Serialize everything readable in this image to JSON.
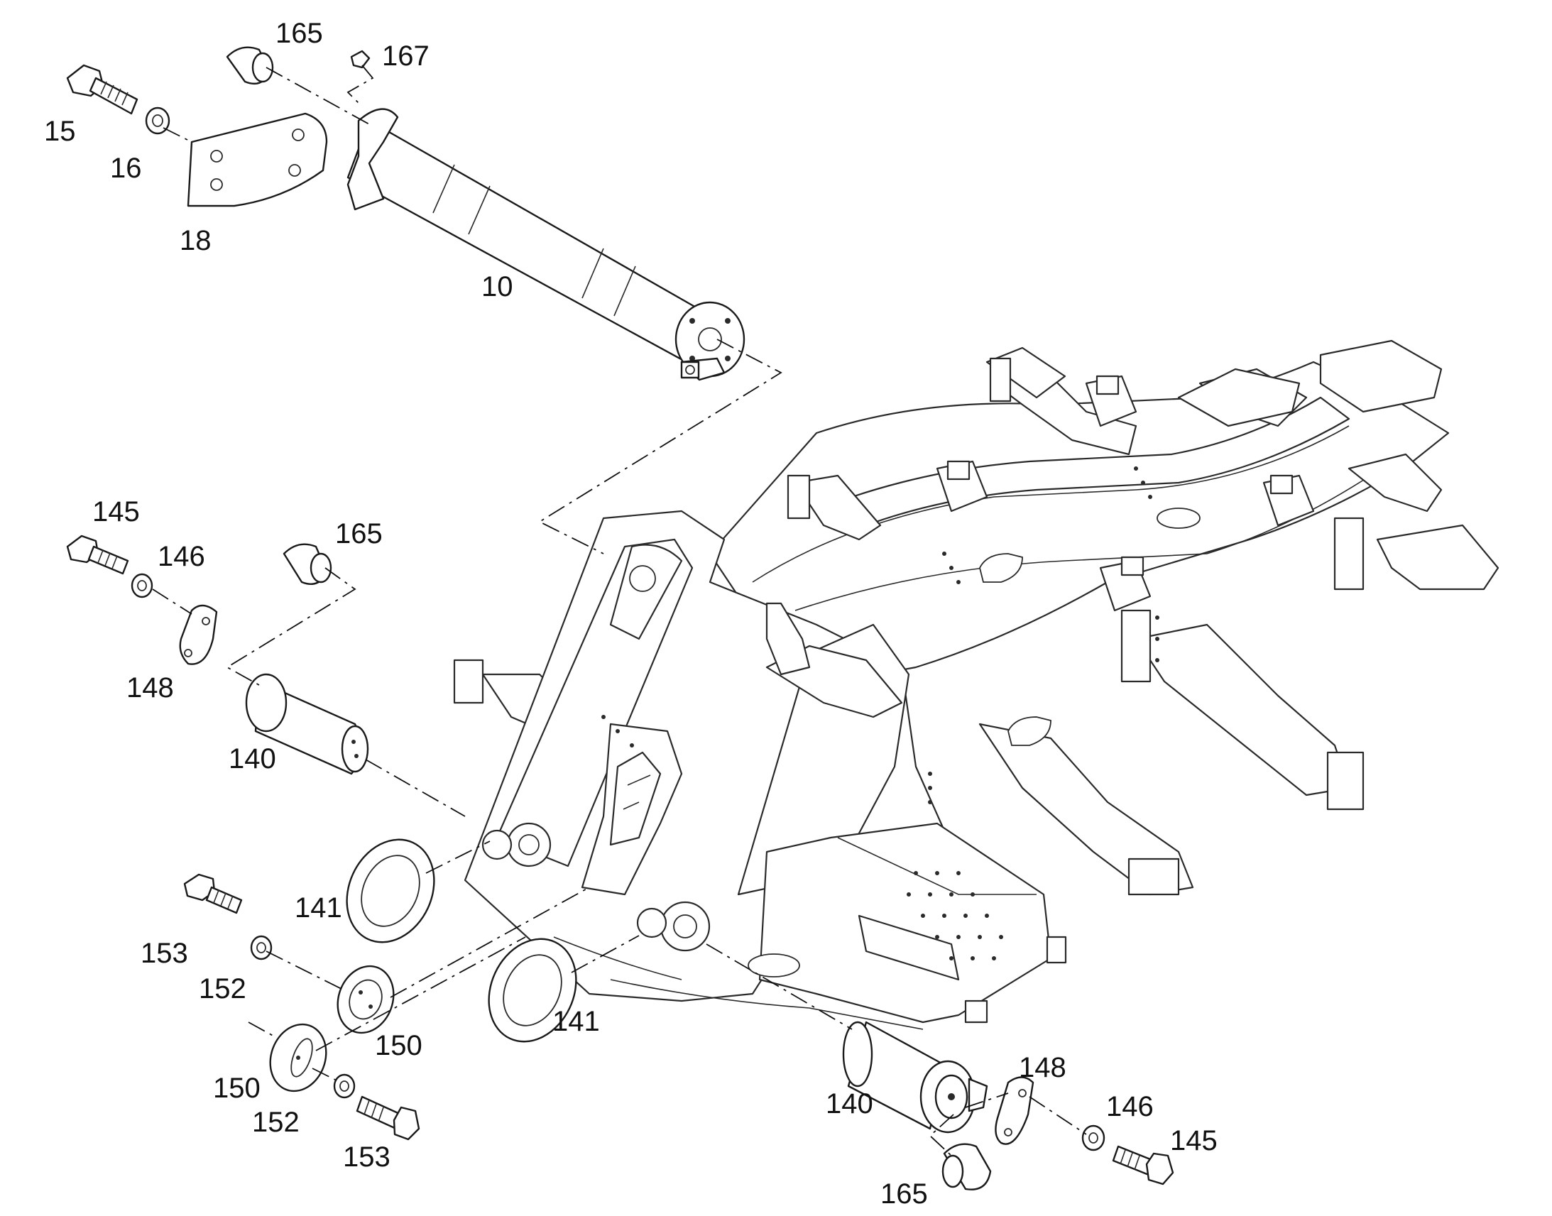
{
  "callouts": {
    "c10": "10",
    "c15": "15",
    "c16": "16",
    "c18": "18",
    "c165_top": "165",
    "c167": "167",
    "c145_left": "145",
    "c146_left": "146",
    "c165_mid": "165",
    "c148_left": "148",
    "c140_left": "140",
    "c141_left": "141",
    "c153_upper": "153",
    "c152_upper": "152",
    "c150_right": "150",
    "c141_right": "141",
    "c150_left": "150",
    "c152_lower": "152",
    "c153_lower": "153",
    "c140_right": "140",
    "c148_right": "148",
    "c146_right": "146",
    "c145_right": "145",
    "c165_bottom": "165"
  }
}
